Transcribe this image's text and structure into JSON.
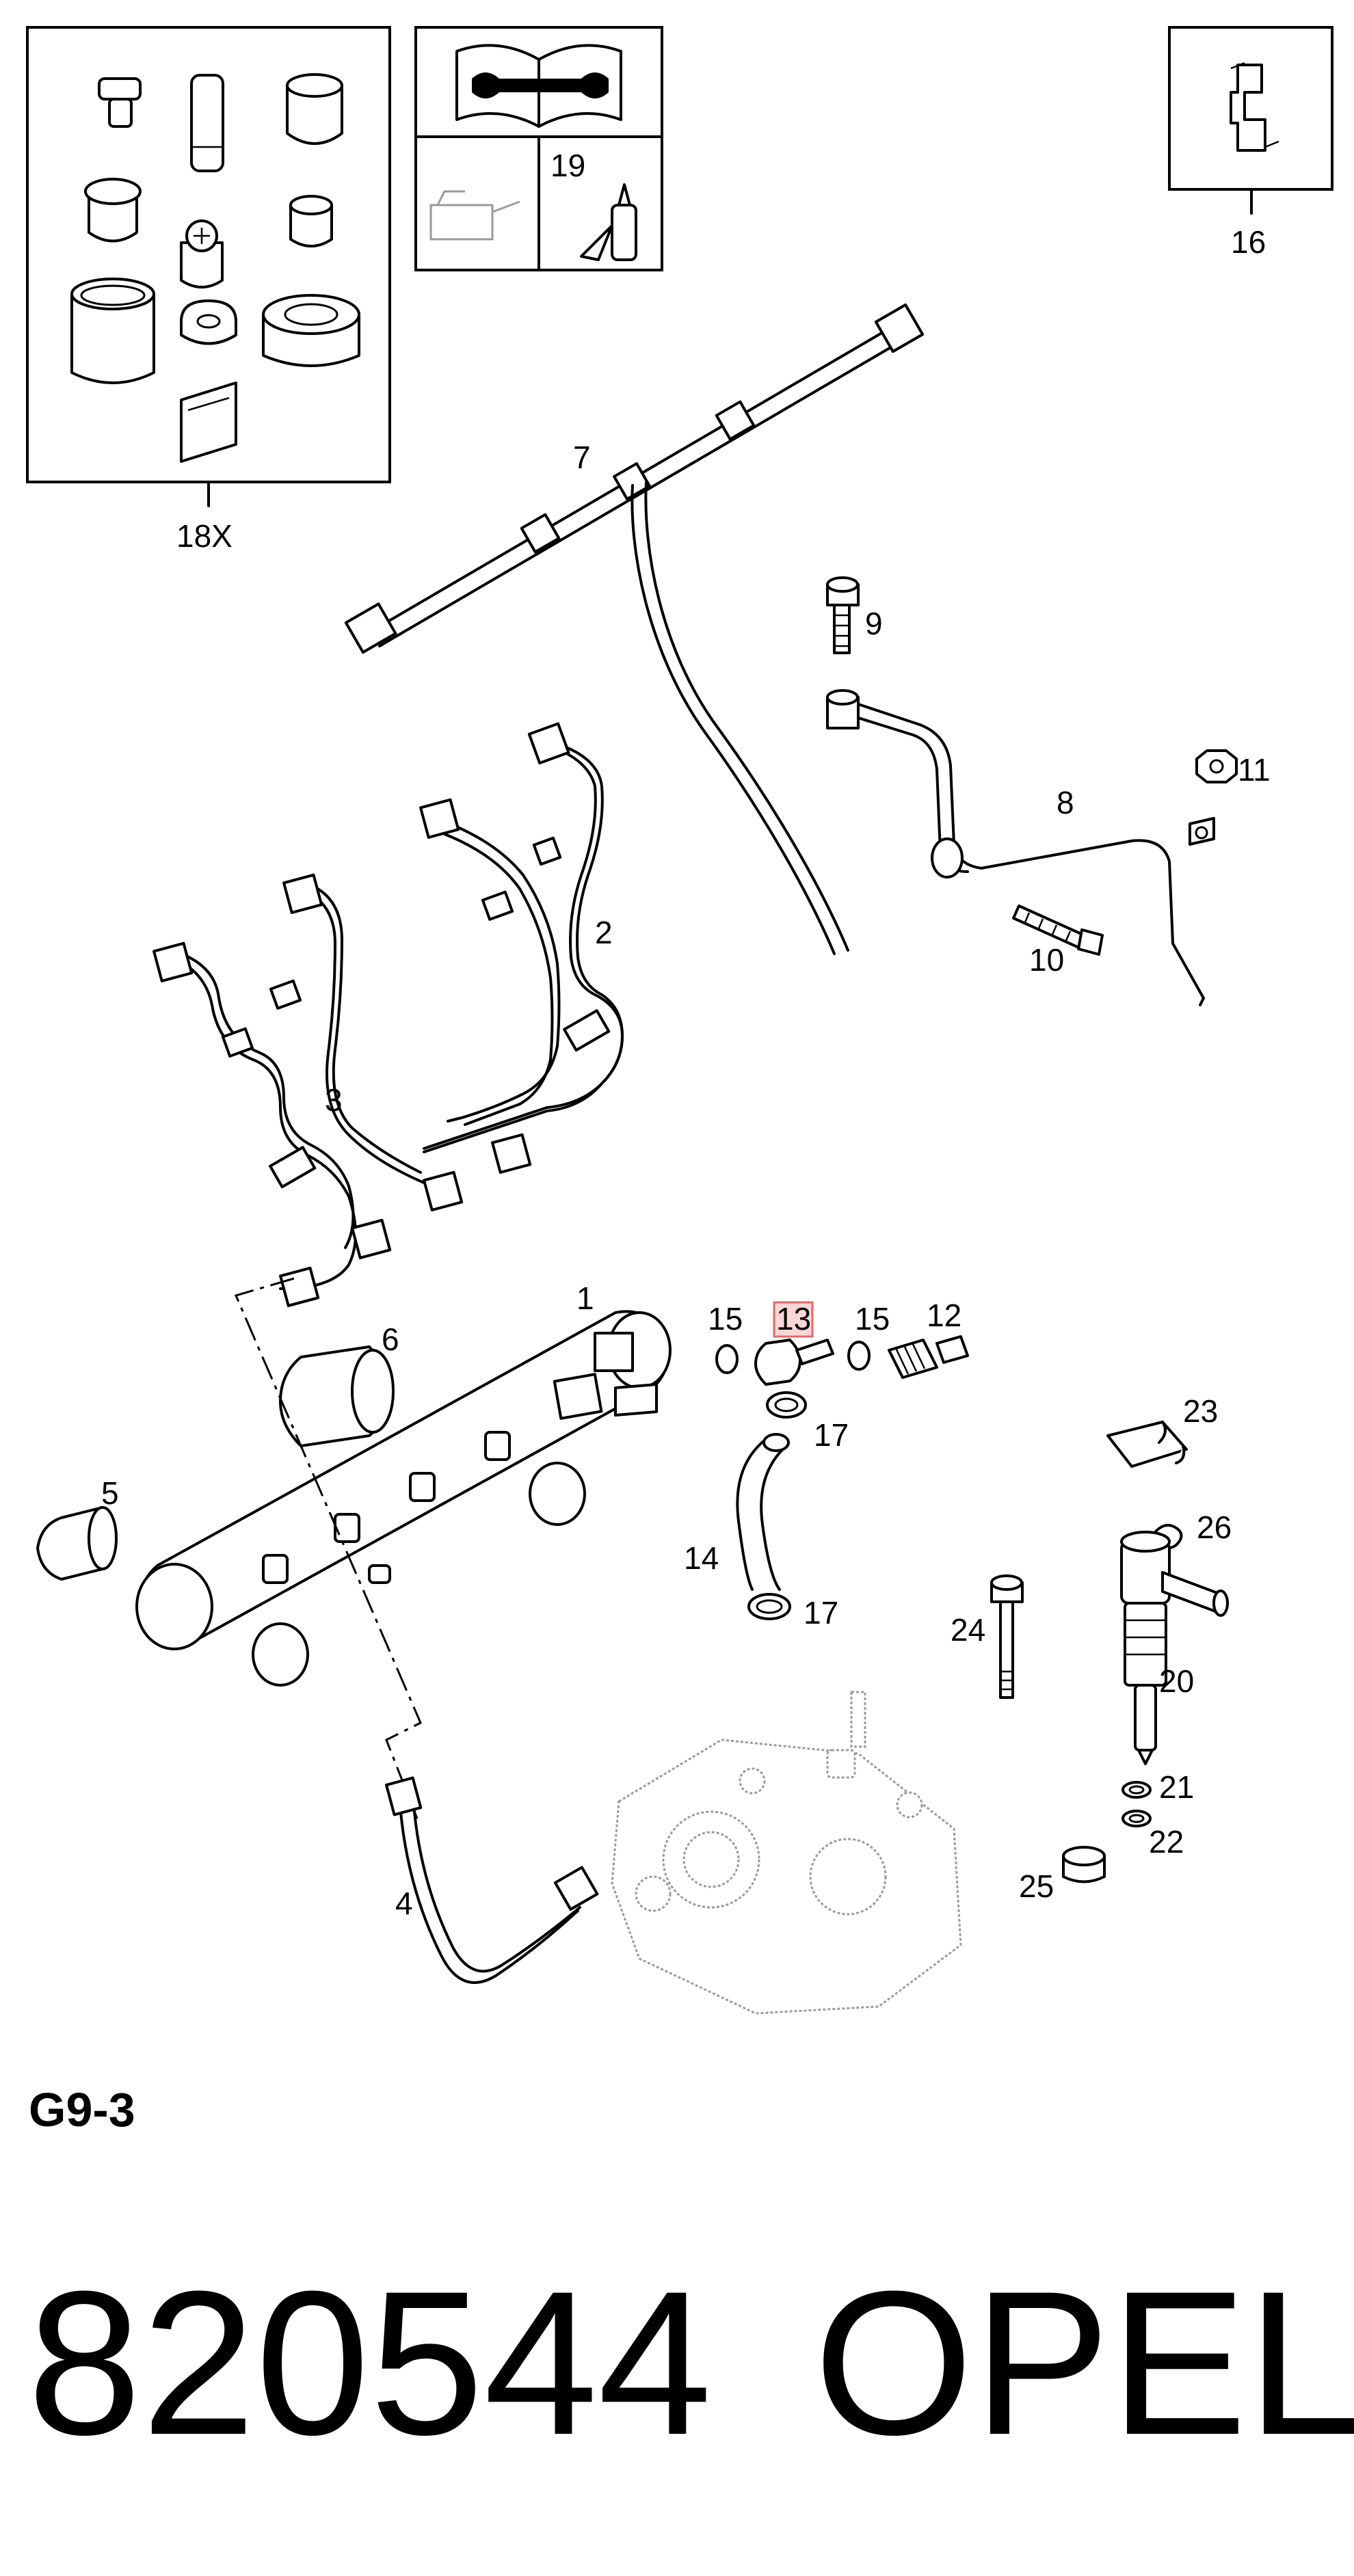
{
  "diagram": {
    "section_code": "G9-3",
    "figure_number": "820544",
    "brand": "OPEL",
    "highlighted_callout": "13",
    "callouts": {
      "c1": "1",
      "c2": "2",
      "c3": "3",
      "c4": "4",
      "c5": "5",
      "c6": "6",
      "c7": "7",
      "c8": "8",
      "c9": "9",
      "c10": "10",
      "c11": "11",
      "c12": "12",
      "c13": "13",
      "c14": "14",
      "c15a": "15",
      "c15b": "15",
      "c16": "16",
      "c17a": "17",
      "c17b": "17",
      "c18": "18X",
      "c19": "19",
      "c20": "20",
      "c21": "21",
      "c22": "22",
      "c23": "23",
      "c24": "24",
      "c25": "25",
      "c26": "26"
    },
    "colors": {
      "line": "#000000",
      "ghost": "#9a9a9a",
      "highlight": "#e06a6a"
    }
  }
}
